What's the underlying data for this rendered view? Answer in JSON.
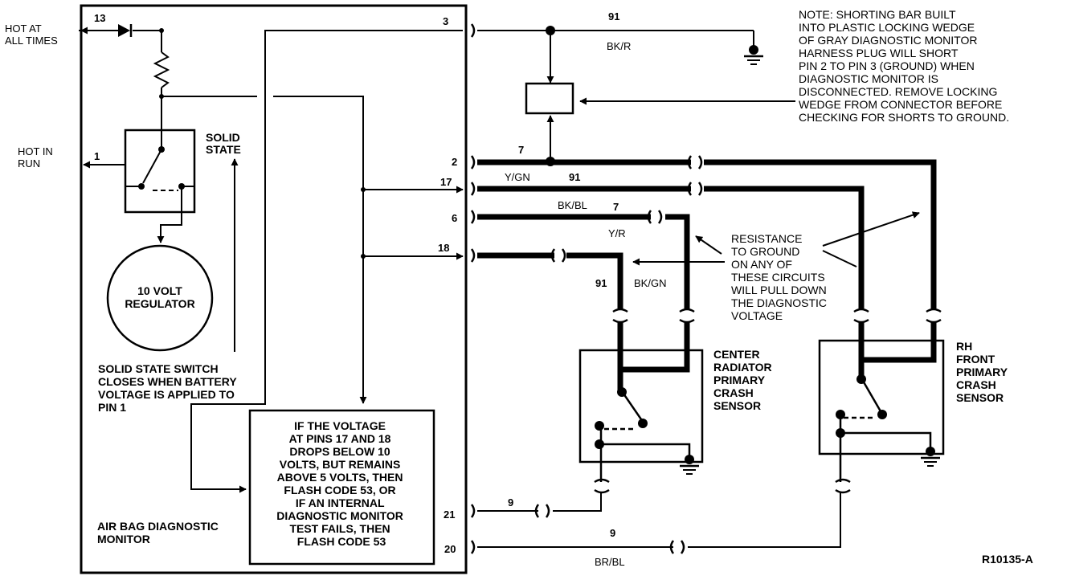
{
  "hot_at_all_times": [
    "HOT AT",
    "ALL TIMES"
  ],
  "hot_in_run": [
    "HOT IN",
    "RUN"
  ],
  "solid_state": [
    "SOLID",
    "STATE"
  ],
  "regulator": [
    "10 VOLT",
    "REGULATOR"
  ],
  "switch_note": [
    "SOLID STATE SWITCH",
    "CLOSES WHEN BATTERY",
    "VOLTAGE IS APPLIED TO",
    "PIN 1"
  ],
  "logic_box": [
    "IF THE VOLTAGE",
    "AT PINS 17 AND 18",
    "DROPS BELOW 10",
    "VOLTS, BUT REMAINS",
    "ABOVE 5 VOLTS, THEN",
    "FLASH CODE 53, OR",
    "IF AN INTERNAL",
    "DIAGNOSTIC MONITOR",
    "TEST FAILS, THEN",
    "FLASH CODE 53"
  ],
  "monitor_label": [
    "AIR BAG DIAGNOSTIC",
    "MONITOR"
  ],
  "note": [
    "NOTE: SHORTING BAR BUILT",
    "INTO PLASTIC LOCKING WEDGE",
    "OF GRAY DIAGNOSTIC MONITOR",
    "HARNESS PLUG WILL SHORT",
    "PIN 2 TO PIN 3 (GROUND) WHEN",
    "DIAGNOSTIC MONITOR IS",
    "DISCONNECTED. REMOVE LOCKING",
    "WEDGE FROM CONNECTOR BEFORE",
    "CHECKING FOR SHORTS TO GROUND."
  ],
  "resistance_note": [
    "RESISTANCE",
    "TO GROUND",
    "ON ANY OF",
    "THESE CIRCUITS",
    "WILL PULL DOWN",
    "THE DIAGNOSTIC",
    "VOLTAGE"
  ],
  "center_sensor": [
    "CENTER",
    "RADIATOR",
    "PRIMARY",
    "CRASH",
    "SENSOR"
  ],
  "rh_sensor": [
    "RH",
    "FRONT",
    "PRIMARY",
    "CRASH",
    "SENSOR"
  ],
  "pins": {
    "p13": "13",
    "p1": "1",
    "p3": "3",
    "p2": "2",
    "p17": "17",
    "p6": "6",
    "p18": "18",
    "p21": "21",
    "p20": "20"
  },
  "wires": {
    "c91_top": "91",
    "bkr": "BK/R",
    "c7_top": "7",
    "ygn": "Y/GN",
    "c91_mid": "91",
    "bkbl": "BK/BL",
    "c7_mid": "7",
    "yr": "Y/R",
    "c91_low": "91",
    "bkgn": "BK/GN",
    "c9_21": "9",
    "c9_20": "9",
    "brbl": "BR/BL"
  },
  "figure_id": "R10135-A"
}
